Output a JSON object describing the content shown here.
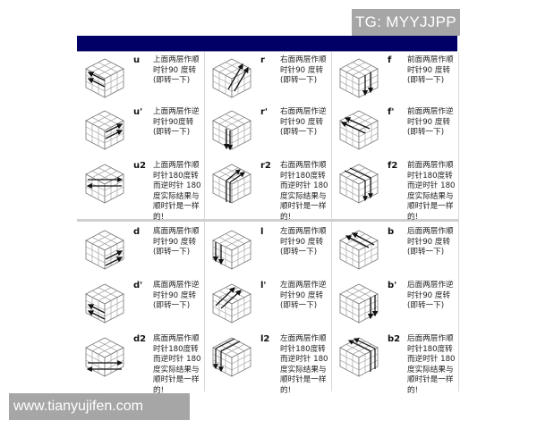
{
  "watermarks": {
    "top": "TG: MYYJJPP",
    "bottom": "www.tianyujifen.com"
  },
  "colors": {
    "header_bar": "#000066",
    "watermark_bg": "#a6a6a6",
    "watermark_text": "#ffffff"
  },
  "moves": {
    "u": {
      "label": "u",
      "desc": "上面两层作顺时针90 度转(即转一下)"
    },
    "u_prime": {
      "label": "u'",
      "desc": "上面两层作逆时针90度转(即转一下)"
    },
    "u2": {
      "label": "u2",
      "desc": "上面两层作顺时针180度转而逆时针 180度实际结果与顺时针是一样的!"
    },
    "r": {
      "label": "r",
      "desc": "右面两层作顺时针90 度转(即转一下)"
    },
    "r_prime": {
      "label": "r'",
      "desc": "右面两层作逆时针90 度转(即转一下)"
    },
    "r2": {
      "label": "r2",
      "desc": "右面两层作顺时针180度转而逆时针 180度实际结果与顺时针是一样的!"
    },
    "f": {
      "label": "f",
      "desc": "前面两层作顺时针90 度转(即转一下)"
    },
    "f_prime": {
      "label": "f'",
      "desc": "前面两层作逆时针90 度转(即转一下)"
    },
    "f2": {
      "label": "f2",
      "desc": "前面两层作顺时针180度转而逆时针 180度实际结果与顺时针是一样的!"
    },
    "d": {
      "label": "d",
      "desc": "底面两层作顺时针90 度转(即转一下)"
    },
    "d_prime": {
      "label": "d'",
      "desc": "底面两层作逆时针90 度转(即转一下)"
    },
    "d2": {
      "label": "d2",
      "desc": "底面两层作顺时针180度转而逆时针 180度实际结果与顺时针是一样的!"
    },
    "l": {
      "label": "l",
      "desc": "左面两层作顺时针90 度转(即转一下)"
    },
    "l_prime": {
      "label": "l'",
      "desc": "左面两层作逆时针90 度转(即转一下)"
    },
    "l2": {
      "label": "l2",
      "desc": "左面两层作顺时针180度转而逆时针 180度实际结果与顺时针是一样的!"
    },
    "b": {
      "label": "b",
      "desc": "后面两层作顺时针90 度转(即转一下)"
    },
    "b_prime": {
      "label": "b'",
      "desc": "后面两层作逆时针90 度转(即转一下)"
    },
    "b2": {
      "label": "b2",
      "desc": "后面两层作顺时针180度转而逆时针 180度实际结果与顺时针是一样的!"
    }
  }
}
